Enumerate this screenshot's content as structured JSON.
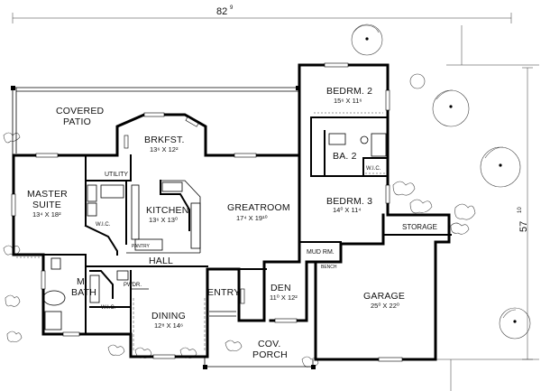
{
  "overall": {
    "width_label": "82",
    "width_sup": "9",
    "depth_label": "57",
    "depth_sup": "10"
  },
  "rooms": [
    {
      "key": "covered_patio",
      "line1": "COVERED",
      "line2": "PATIO",
      "dims": ""
    },
    {
      "key": "brkfst",
      "line1": "BRKFST.",
      "line2": "",
      "dims": "13⁶ X 12²"
    },
    {
      "key": "bedrm2",
      "line1": "BEDRM. 2",
      "line2": "",
      "dims": "15⁶ X 11⁶"
    },
    {
      "key": "ba2",
      "line1": "BA. 2",
      "line2": "",
      "dims": ""
    },
    {
      "key": "bedrm3",
      "line1": "BEDRM. 3",
      "line2": "",
      "dims": "14⁰ X 11⁴"
    },
    {
      "key": "master",
      "line1": "MASTER",
      "line2": "SUITE",
      "dims": "13⁴ X 18²"
    },
    {
      "key": "utility",
      "line1": "UTILITY",
      "line2": "",
      "dims": ""
    },
    {
      "key": "kitchen",
      "line1": "KITCHEN",
      "line2": "",
      "dims": "13⁶ X 13⁰"
    },
    {
      "key": "greatroom",
      "line1": "GREATROOM",
      "line2": "",
      "dims": "17⁴ X 19¹⁰"
    },
    {
      "key": "storage",
      "line1": "STORAGE",
      "line2": "",
      "dims": ""
    },
    {
      "key": "mudrm",
      "line1": "MUD RM.",
      "line2": "",
      "dims": ""
    },
    {
      "key": "hall",
      "line1": "HALL",
      "line2": "",
      "dims": ""
    },
    {
      "key": "mbath",
      "line1": "M.",
      "line2": "BATH",
      "dims": ""
    },
    {
      "key": "den",
      "line1": "DEN",
      "line2": "",
      "dims": "11⁰ X 12²"
    },
    {
      "key": "entry",
      "line1": "ENTRY",
      "line2": "",
      "dims": ""
    },
    {
      "key": "garage",
      "line1": "GARAGE",
      "line2": "",
      "dims": "25⁰ X 22⁰"
    },
    {
      "key": "dining",
      "line1": "DINING",
      "line2": "",
      "dims": "12⁸ X 14⁶"
    },
    {
      "key": "covporch",
      "line1": "COV.",
      "line2": "PORCH",
      "dims": ""
    }
  ],
  "small_labels": {
    "wic_master": "W.I.C.",
    "wic_bath": "W.I.C.",
    "wic_bed": "W.I.C.",
    "pwdr": "PWDR.",
    "pantry": "PANTRY",
    "bench": "BENCH"
  }
}
